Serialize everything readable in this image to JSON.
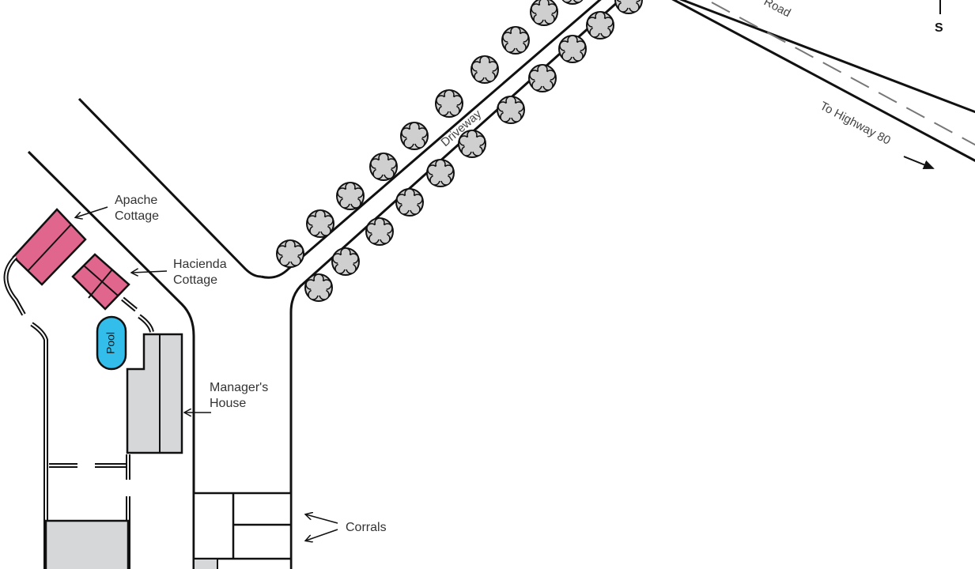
{
  "labels": {
    "road": "Road",
    "compass_s": "S",
    "to_highway": "To Highway 80",
    "driveway": "Driveway",
    "apache_line1": "Apache",
    "apache_line2": "Cottage",
    "hacienda_line1": "Hacienda",
    "hacienda_line2": "Cottage",
    "pool": "Pool",
    "manager_line1": "Manager's",
    "manager_line2": "House",
    "corrals": "Corrals"
  },
  "icons": {
    "tree": "tree-icon",
    "arrow": "arrow-icon"
  },
  "colors": {
    "cottage": "#e0668e",
    "pool": "#33bdea",
    "building": "#d6d7d9",
    "line": "#111111",
    "tree": "#cfcfcf"
  }
}
